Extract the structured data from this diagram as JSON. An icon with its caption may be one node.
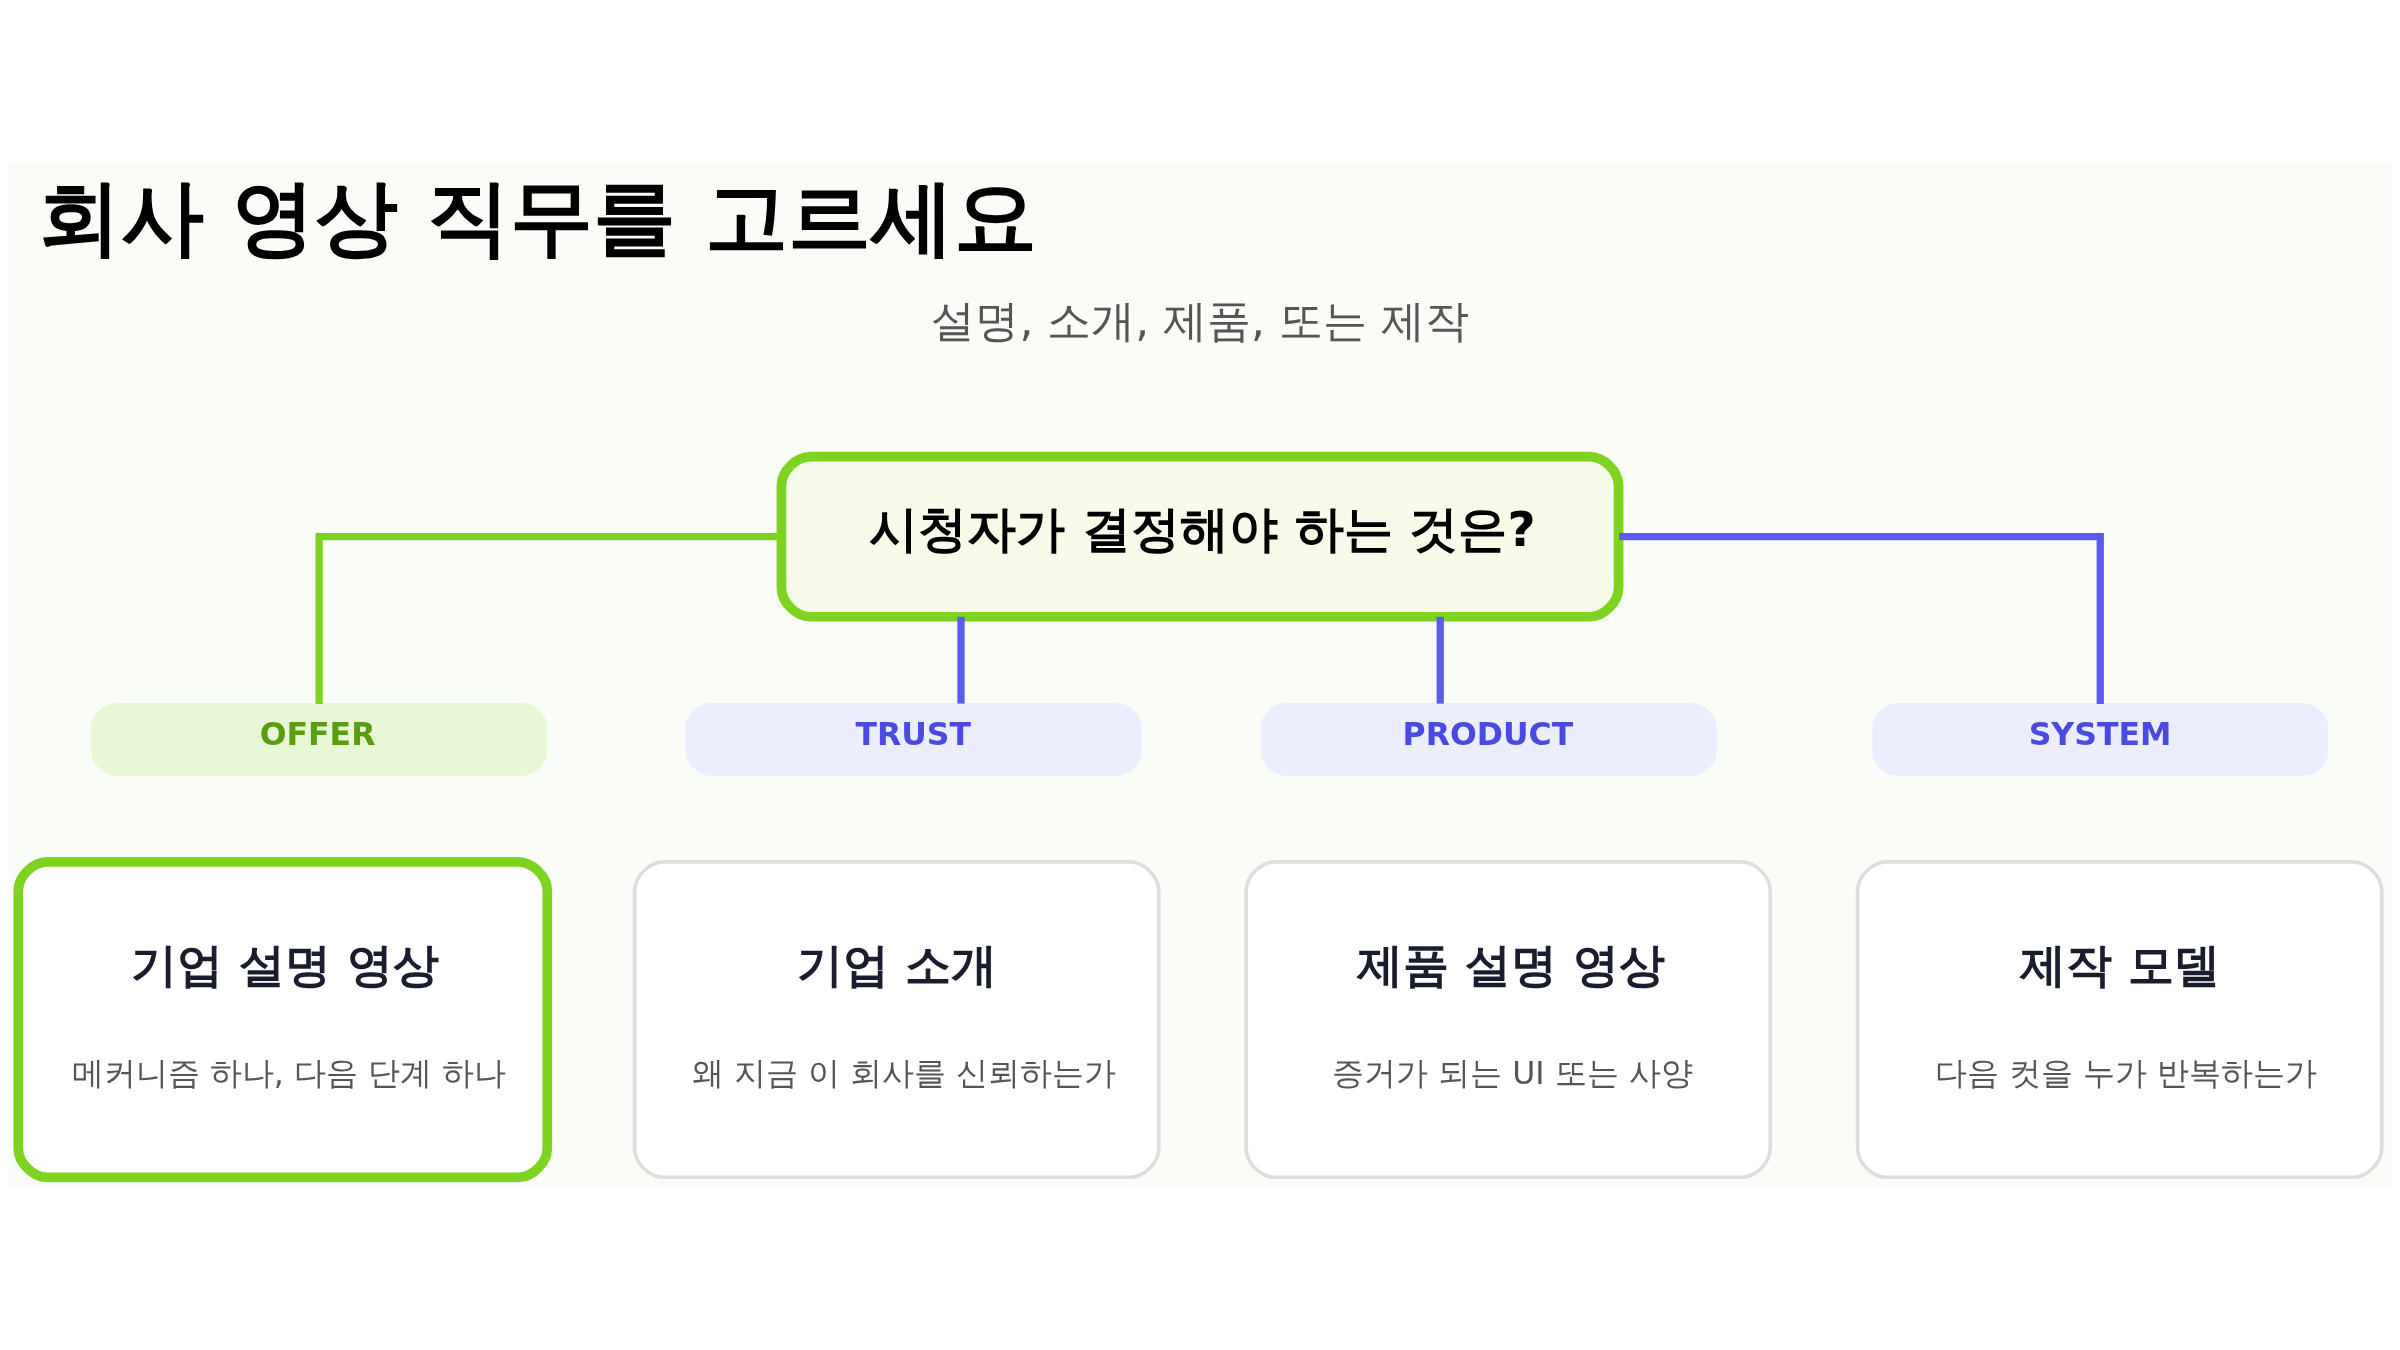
{
  "diagram": {
    "title": "회사 영상 직무를 고르세요",
    "nodes": [
      {
        "text": [
          "시청자가 결정해야 하는 것은?"
        ]
      },
      {
        "text": [
          "OFFER"
        ]
      },
      {
        "text": [
          "TRUST"
        ]
      },
      {
        "text": [
          "PRODUCT"
        ]
      },
      {
        "text": [
          "SYSTEM"
        ]
      },
      {
        "text": [
          "기업 설명 영상",
          "메커니즘 하나, 다음 단계 하나"
        ]
      },
      {
        "text": [
          "기업 소개",
          "왜 지금 이 회사를 신뢰하는가"
        ]
      },
      {
        "text": [
          "제품 설명 영상",
          "증거가 되는 UI 또는 사양"
        ]
      },
      {
        "text": [
          "제작 모델",
          "다음 컷을 누가 반복하는가"
        ]
      }
    ],
    "edges": [
      {
        "from": 0,
        "to": 1,
        "arrow": "none",
        "color": "#7ed321"
      },
      {
        "from": 0,
        "to": 2,
        "arrow": "none"
      },
      {
        "from": 0,
        "to": 3,
        "arrow": "none"
      },
      {
        "from": 0,
        "to": 4,
        "arrow": "none"
      }
    ],
    "labels": [
      "설명, 소개, 제품, 또는 제작"
    ]
  }
}
